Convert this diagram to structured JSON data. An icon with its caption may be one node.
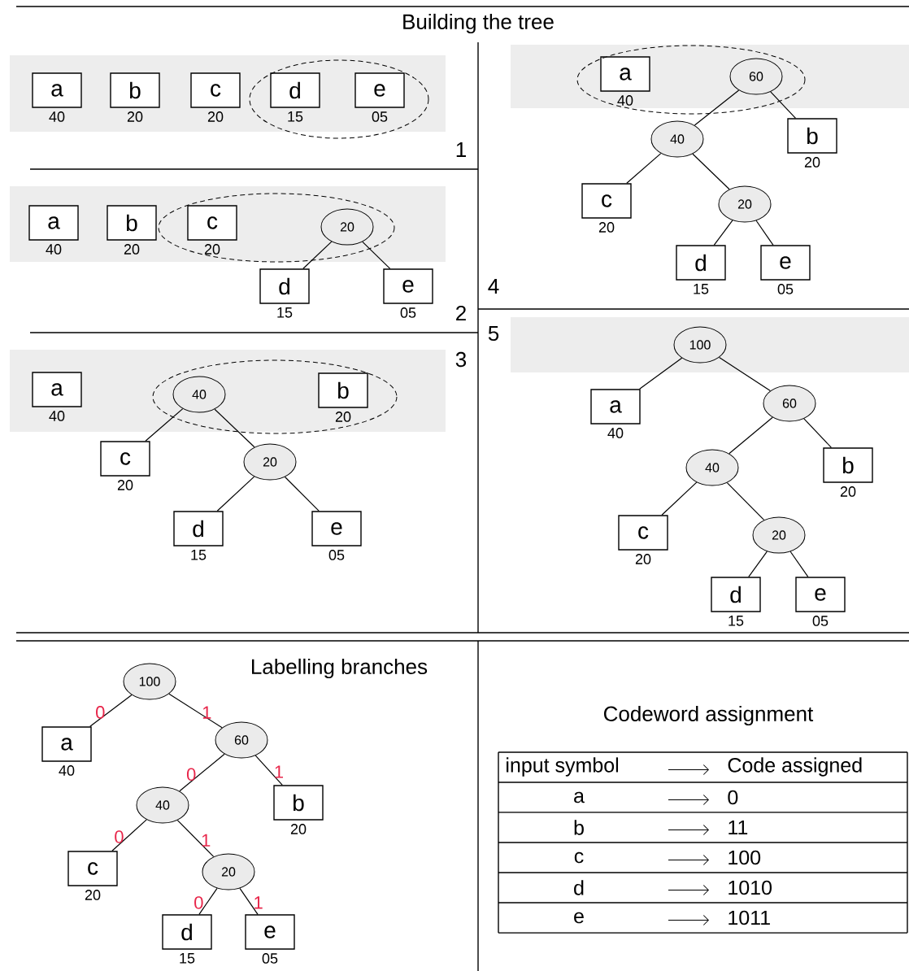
{
  "diagram": {
    "title": "Building the tree",
    "nodes": [
      {
        "text": [
          "a"
        ],
        "beside": [
          "40"
        ]
      },
      {
        "text": [
          "b"
        ],
        "beside": [
          "20"
        ]
      },
      {
        "text": [
          "c"
        ],
        "beside": [
          "20"
        ]
      },
      {
        "text": [
          "d"
        ],
        "beside": [
          "15"
        ]
      },
      {
        "text": [
          "e"
        ],
        "beside": [
          "05"
        ]
      },
      {
        "text": [
          "a"
        ],
        "beside": [
          "40"
        ]
      },
      {
        "text": [
          "b"
        ],
        "beside": [
          "20"
        ]
      },
      {
        "text": [
          "c"
        ],
        "beside": [
          "20"
        ]
      },
      {
        "text": [
          "20"
        ]
      },
      {
        "text": [
          "d"
        ],
        "beside": [
          "15"
        ]
      },
      {
        "text": [
          "e"
        ],
        "beside": [
          "05"
        ]
      },
      {
        "text": [
          "a"
        ],
        "beside": [
          "40"
        ]
      },
      {
        "text": [
          "40"
        ]
      },
      {
        "text": [
          "b"
        ],
        "beside": [
          "20"
        ]
      },
      {
        "text": [
          "c"
        ],
        "beside": [
          "20"
        ]
      },
      {
        "text": [
          "20"
        ]
      },
      {
        "text": [
          "d"
        ],
        "beside": [
          "15"
        ]
      },
      {
        "text": [
          "e"
        ],
        "beside": [
          "05"
        ]
      },
      {
        "text": [
          "a"
        ],
        "beside": [
          "40"
        ]
      },
      {
        "text": [
          "60"
        ]
      },
      {
        "text": [
          "40"
        ]
      },
      {
        "text": [
          "b"
        ],
        "beside": [
          "20"
        ]
      },
      {
        "text": [
          "c"
        ],
        "beside": [
          "20"
        ]
      },
      {
        "text": [
          "20"
        ]
      },
      {
        "text": [
          "d"
        ],
        "beside": [
          "15"
        ]
      },
      {
        "text": [
          "e"
        ],
        "beside": [
          "05"
        ]
      },
      {
        "text": [
          "100"
        ]
      },
      {
        "text": [
          "a"
        ],
        "beside": [
          "40"
        ]
      },
      {
        "text": [
          "60"
        ]
      },
      {
        "text": [
          "40"
        ]
      },
      {
        "text": [
          "b"
        ],
        "beside": [
          "20"
        ]
      },
      {
        "text": [
          "c"
        ],
        "beside": [
          "20"
        ]
      },
      {
        "text": [
          "20"
        ]
      },
      {
        "text": [
          "d"
        ],
        "beside": [
          "15"
        ]
      },
      {
        "text": [
          "e"
        ],
        "beside": [
          "05"
        ]
      },
      {
        "text": [
          "100"
        ]
      },
      {
        "text": [
          "a"
        ],
        "beside": [
          "40"
        ]
      },
      {
        "text": [
          "60"
        ]
      },
      {
        "text": [
          "40"
        ]
      },
      {
        "text": [
          "b"
        ],
        "beside": [
          "20"
        ]
      },
      {
        "text": [
          "c"
        ],
        "beside": [
          "20"
        ]
      },
      {
        "text": [
          "20"
        ]
      },
      {
        "text": [
          "d"
        ],
        "beside": [
          "15"
        ]
      },
      {
        "text": [
          "e"
        ],
        "beside": [
          "05"
        ]
      }
    ],
    "edges": [
      {
        "from": 8,
        "to": 9,
        "arrow": "none"
      },
      {
        "from": 8,
        "to": 10,
        "arrow": "none"
      },
      {
        "from": 12,
        "to": 14,
        "arrow": "none"
      },
      {
        "from": 12,
        "to": 15,
        "arrow": "none"
      },
      {
        "from": 15,
        "to": 16,
        "arrow": "none"
      },
      {
        "from": 15,
        "to": 17,
        "arrow": "none"
      },
      {
        "from": 19,
        "to": 20,
        "arrow": "none"
      },
      {
        "from": 19,
        "to": 21,
        "arrow": "none"
      },
      {
        "from": 20,
        "to": 22,
        "arrow": "none"
      },
      {
        "from": 20,
        "to": 23,
        "arrow": "none"
      },
      {
        "from": 23,
        "to": 24,
        "arrow": "none"
      },
      {
        "from": 23,
        "to": 25,
        "arrow": "none"
      },
      {
        "from": 26,
        "to": 27,
        "arrow": "none"
      },
      {
        "from": 26,
        "to": 28,
        "arrow": "none"
      },
      {
        "from": 28,
        "to": 29,
        "arrow": "none"
      },
      {
        "from": 28,
        "to": 30,
        "arrow": "none"
      },
      {
        "from": 29,
        "to": 31,
        "arrow": "none"
      },
      {
        "from": 29,
        "to": 32,
        "arrow": "none"
      },
      {
        "from": 32,
        "to": 33,
        "arrow": "none"
      },
      {
        "from": 32,
        "to": 34,
        "arrow": "none"
      },
      {
        "from": 35,
        "to": 36,
        "arrow": "none",
        "label": "0"
      },
      {
        "from": 35,
        "to": 37,
        "arrow": "none",
        "label": "1"
      },
      {
        "from": 37,
        "to": 38,
        "arrow": "none",
        "label": "0"
      },
      {
        "from": 37,
        "to": 39,
        "arrow": "none",
        "label": "1"
      },
      {
        "from": 38,
        "to": 40,
        "arrow": "none",
        "label": "0"
      },
      {
        "from": 38,
        "to": 41,
        "arrow": "none",
        "label": "1"
      },
      {
        "from": 41,
        "to": 42,
        "arrow": "none",
        "label": "0"
      },
      {
        "from": 41,
        "to": 43,
        "arrow": "none",
        "label": "1"
      }
    ],
    "labels": [
      "1",
      "4",
      "2",
      "5",
      "3",
      "Labelling branches",
      "Codeword assignment",
      "input symbol",
      "Code assigned",
      "a",
      "0",
      "b",
      "11",
      "c",
      "100",
      "d",
      "1010",
      "e",
      "1011"
    ]
  }
}
